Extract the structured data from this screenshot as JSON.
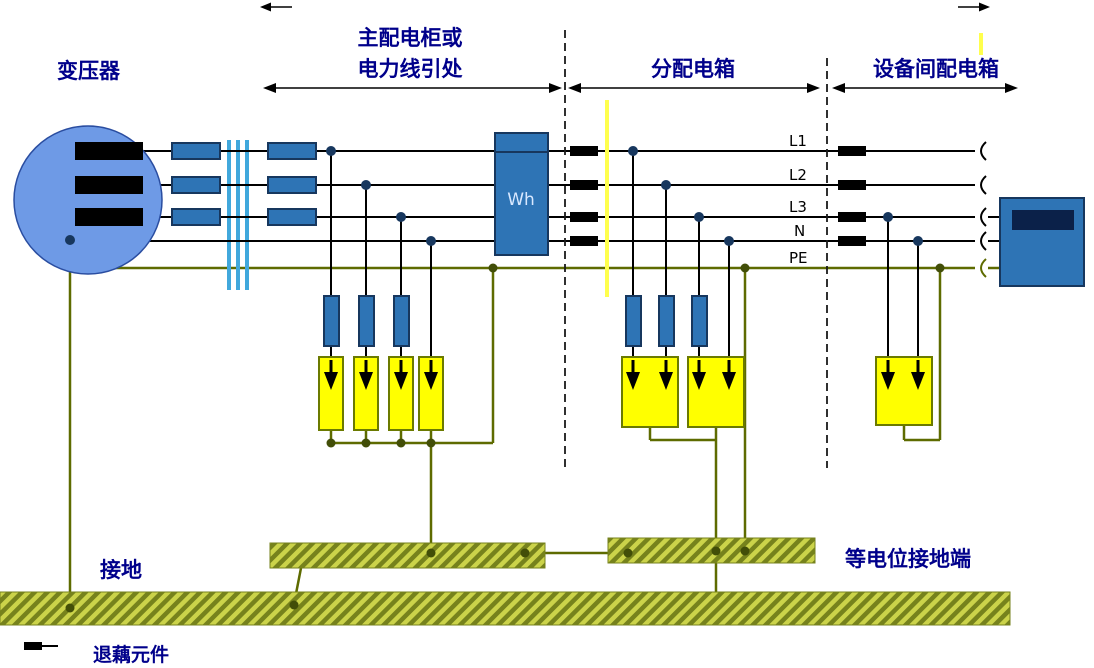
{
  "labels": {
    "transformer": "变压器",
    "main_panel_line1": "主配电柜或",
    "main_panel_line2": "电力线引处",
    "distribution_box": "分配电箱",
    "equipment_room_box": "设备间配电箱",
    "ground": "接地",
    "equipotential_terminal": "等电位接地端"
  },
  "conductor_labels": {
    "l1": "L1",
    "l2": "L2",
    "l3": "L3",
    "n": "N",
    "pe": "PE"
  },
  "meter": {
    "label": "Wh"
  },
  "legend": {
    "decoupling_component": "退藕元件"
  },
  "colors": {
    "label_text": "#00008B",
    "circuit_line": "#000000",
    "ground_line": "#5E6B00",
    "component_blue": "#2E74B5",
    "component_border": "#17375E",
    "transformer_fill": "#6E9AE6",
    "busbar_light_blue": "#41A8DC",
    "spd_yellow": "#FFFF00",
    "spd_border": "#6B7A00",
    "ground_bar_base": "#CBD34A",
    "ground_bar_stripe": "#76821C",
    "highlight_yellow": "#FFFF4D"
  }
}
